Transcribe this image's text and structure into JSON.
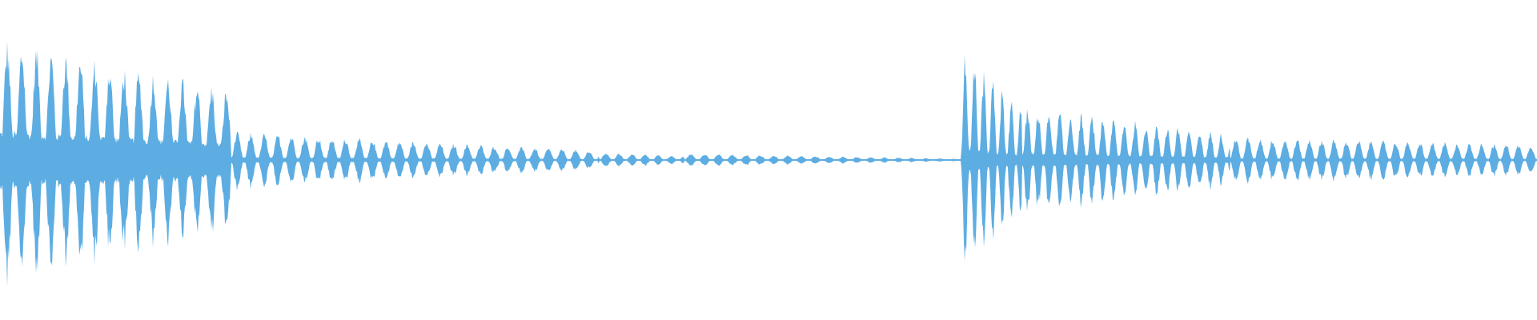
{
  "waveform": {
    "color": "#5dade2",
    "background": "#ffffff",
    "segments": [
      {
        "start": 0.0,
        "end": 0.15,
        "amp_start": 0.95,
        "amp_end": 0.55,
        "pulse_period": 0.0095,
        "floor": 0.12
      },
      {
        "start": 0.15,
        "end": 0.39,
        "amp_start": 0.22,
        "amp_end": 0.07,
        "pulse_period": 0.0088,
        "floor": 0.05
      },
      {
        "start": 0.39,
        "end": 0.445,
        "amp_start": 0.06,
        "amp_end": 0.03,
        "pulse_period": 0.0085,
        "floor": 0.02
      },
      {
        "start": 0.445,
        "end": 0.625,
        "amp_start": 0.05,
        "amp_end": 0.01,
        "pulse_period": 0.009,
        "floor": 0.01
      },
      {
        "start": 0.625,
        "end": 0.665,
        "amp_start": 0.88,
        "amp_end": 0.4,
        "pulse_period": 0.006,
        "floor": 0.05
      },
      {
        "start": 0.665,
        "end": 0.8,
        "amp_start": 0.42,
        "amp_end": 0.2,
        "pulse_period": 0.007,
        "floor": 0.06
      },
      {
        "start": 0.8,
        "end": 1.0,
        "amp_start": 0.18,
        "amp_end": 0.12,
        "pulse_period": 0.008,
        "floor": 0.04
      }
    ]
  }
}
